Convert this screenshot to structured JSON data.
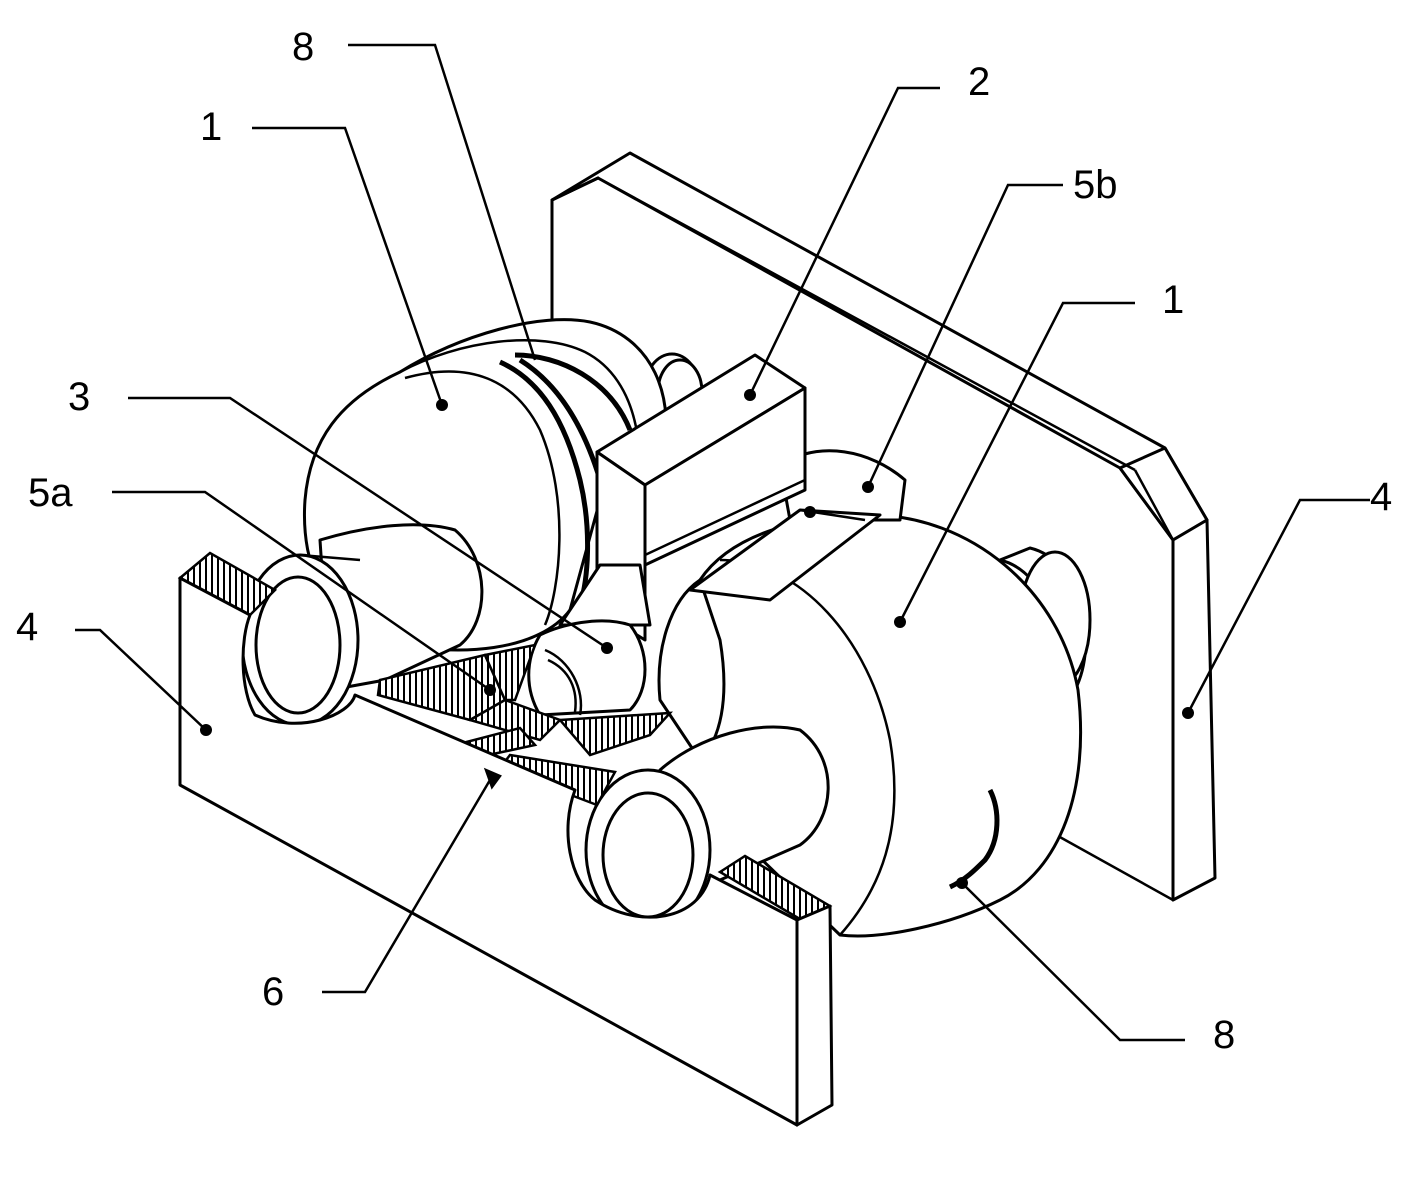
{
  "figure": {
    "labels": {
      "roll_left": "1",
      "roll_right": "1",
      "ring_top": "8",
      "ring_bottom": "8",
      "bar": "2",
      "workpiece": "3",
      "guide_left": "5a",
      "guide_right": "5b",
      "plate_left": "4",
      "plate_right": "4",
      "seam": "6"
    }
  }
}
